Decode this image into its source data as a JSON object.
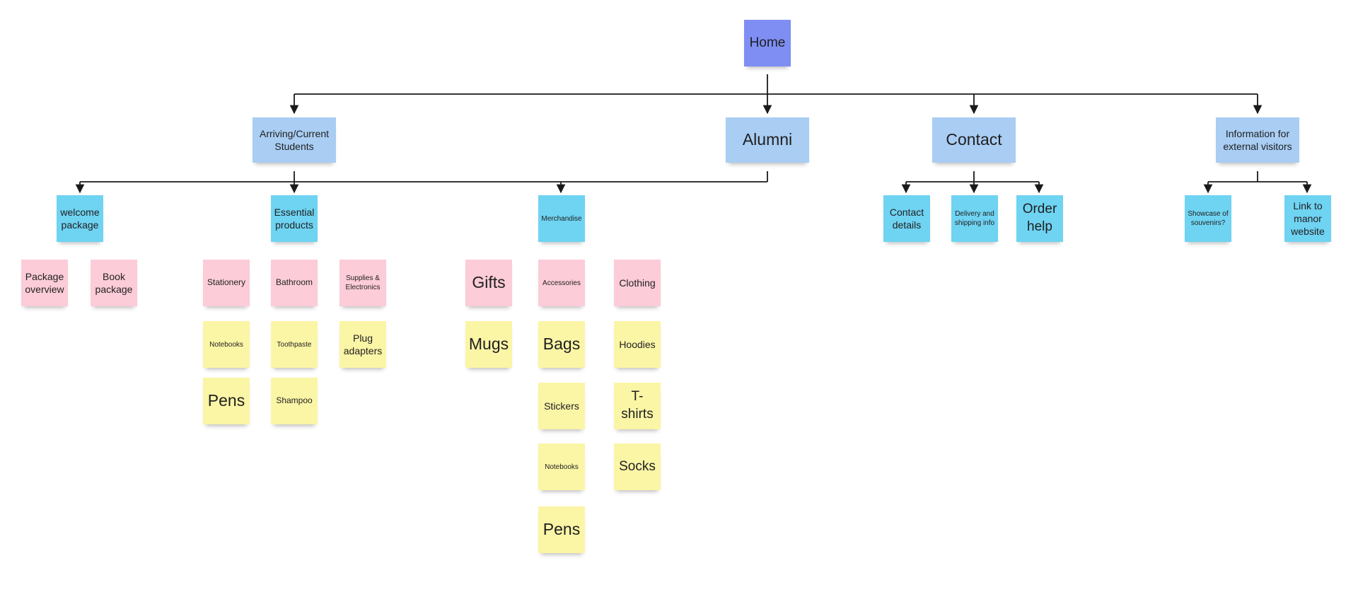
{
  "colors": {
    "home": "#7f8ef3",
    "section": "#a9cdf3",
    "subsection": "#6fd3f2",
    "category": "#fcccd8",
    "item": "#fbf5a6",
    "connector": "#1a1a1a"
  },
  "home": {
    "label": "Home"
  },
  "sections": {
    "students": {
      "label": "Arriving/Current Students"
    },
    "alumni": {
      "label": "Alumni"
    },
    "contact": {
      "label": "Contact"
    },
    "visitors": {
      "label": "Information for external visitors"
    }
  },
  "subsections": {
    "welcome_package": {
      "label": "welcome package"
    },
    "essential_products": {
      "label": "Essential products"
    },
    "merchandise": {
      "label": "Merchandise"
    },
    "contact_details": {
      "label": "Contact details"
    },
    "delivery_info": {
      "label": "Delivery and shipping info"
    },
    "order_help": {
      "label": "Order help"
    },
    "showcase": {
      "label": "Showcase of souvenirs?"
    },
    "manor_link": {
      "label": "Link to manor website"
    }
  },
  "welcome_package": {
    "package_overview": "Package overview",
    "book_package": "Book package"
  },
  "essential_products": {
    "stationery": {
      "label": "Stationery",
      "items": [
        "Notebooks",
        "Pens"
      ]
    },
    "bathroom": {
      "label": "Bathroom",
      "items": [
        "Toothpaste",
        "Shampoo"
      ]
    },
    "supplies": {
      "label": "Supplies & Electronics",
      "items": [
        "Plug adapters"
      ]
    }
  },
  "merchandise": {
    "gifts": {
      "label": "Gifts",
      "items": [
        "Mugs"
      ]
    },
    "accessories": {
      "label": "Accessories",
      "items": [
        "Bags",
        "Stickers",
        "Notebooks",
        "Pens"
      ]
    },
    "clothing": {
      "label": "Clothing",
      "items": [
        "Hoodies",
        "T-shirts",
        "Socks"
      ]
    }
  }
}
